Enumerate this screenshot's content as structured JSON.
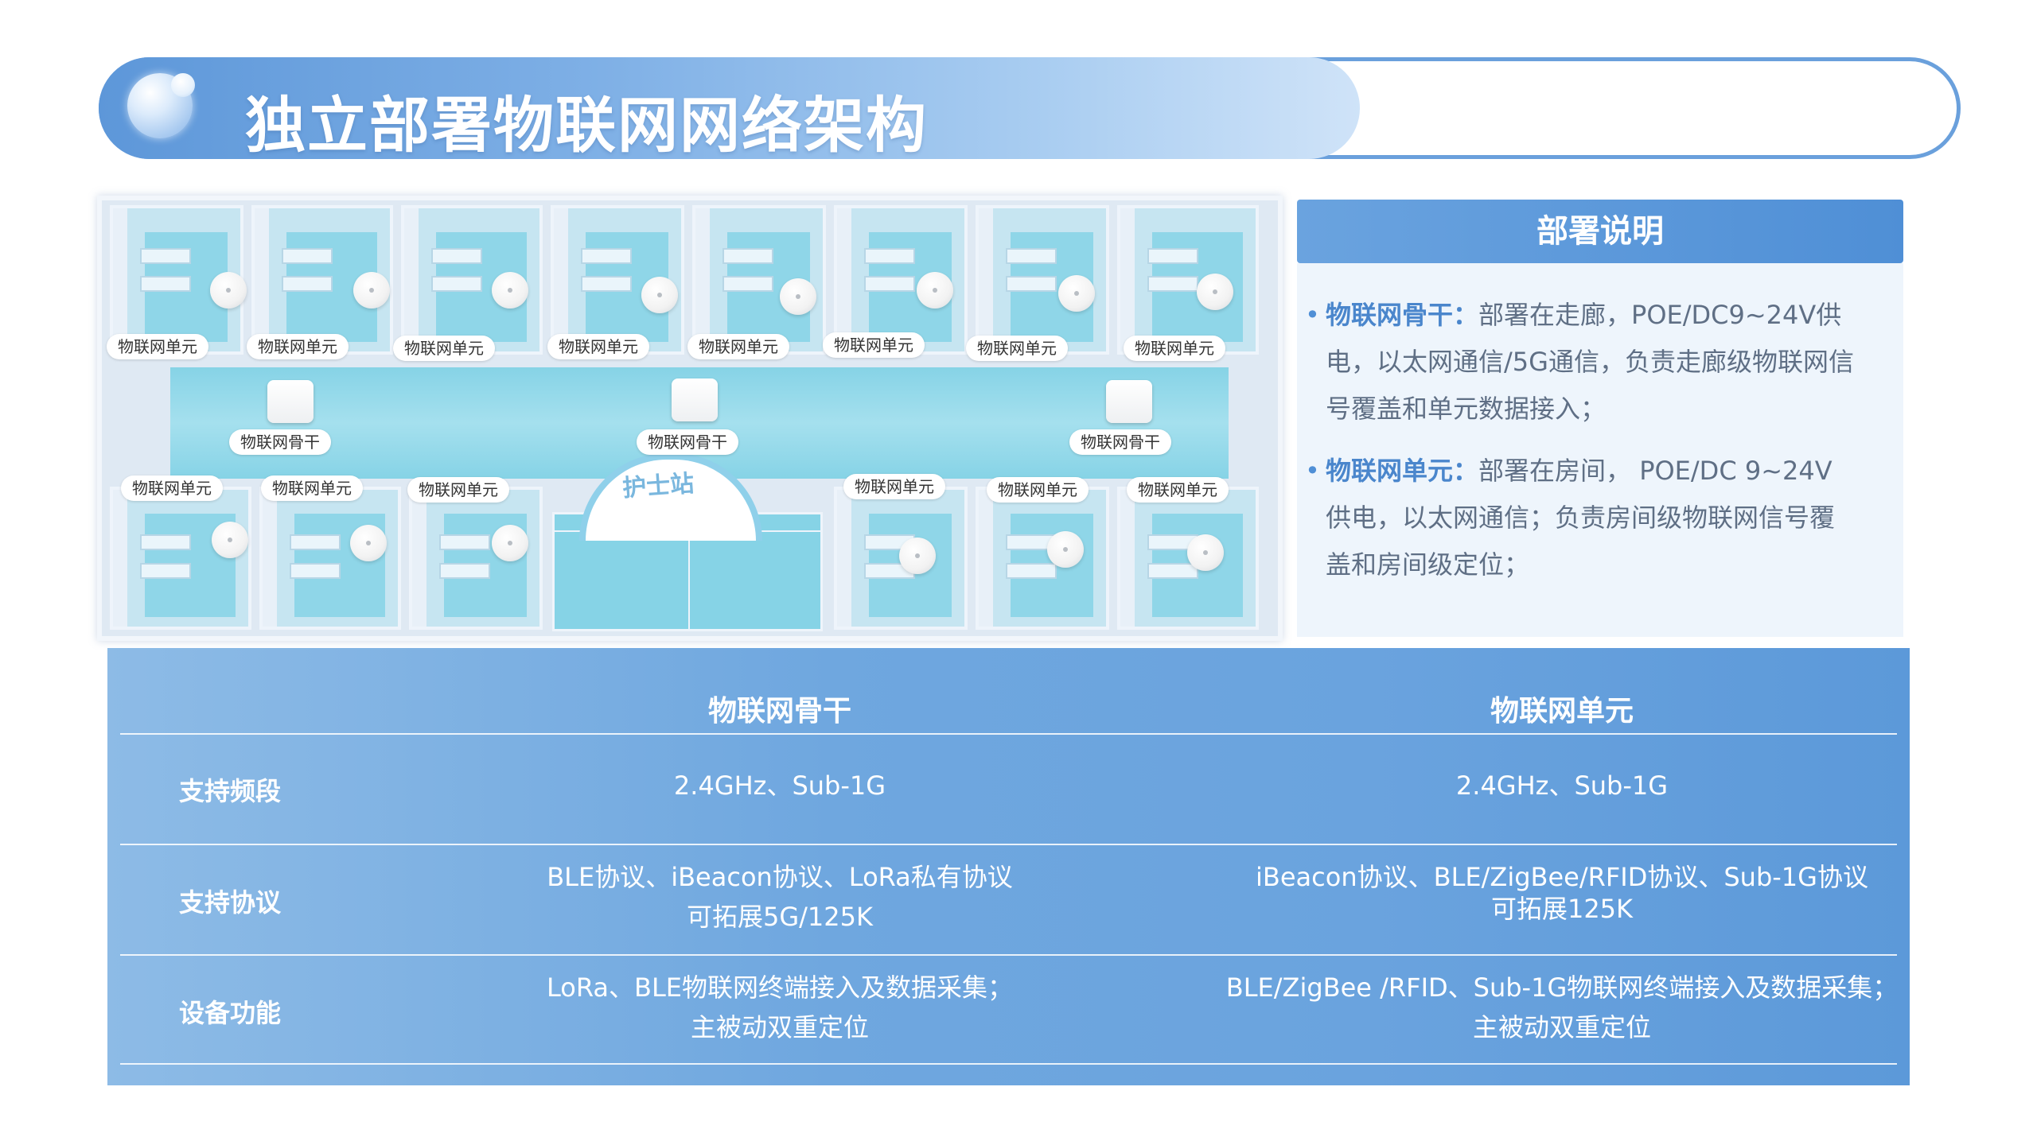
{
  "title": "独立部署物联网网络架构",
  "floor_plan": {
    "unit_label": "物联网单元",
    "backbone_label": "物联网骨干",
    "nurse_station": "护士站"
  },
  "description": {
    "header": "部署说明",
    "items": [
      {
        "keyword": "物联网骨干：",
        "line1": "部署在走廊，POE/DC9~24V供",
        "line2": "电，以太网通信/5G通信，负责走廊级物联网信",
        "line3": "号覆盖和单元数据接入；"
      },
      {
        "keyword": "物联网单元：",
        "line1": "部署在房间， POE/DC 9~24V",
        "line2": "供电，以太网通信；负责房间级物联网信号覆",
        "line3": "盖和房间级定位；"
      }
    ]
  },
  "table": {
    "columns": [
      "物联网骨干",
      "物联网单元"
    ],
    "rows": [
      {
        "label": "支持频段",
        "backbone": [
          "2.4GHz、Sub-1G"
        ],
        "unit": [
          "2.4GHz、Sub-1G"
        ]
      },
      {
        "label": "支持协议",
        "backbone": [
          "BLE协议、iBeacon协议、LoRa私有协议",
          "可拓展5G/125K"
        ],
        "unit": [
          "iBeacon协议、BLE/ZigBee/RFID协议、Sub-1G协议",
          "可拓展125K"
        ]
      },
      {
        "label": "设备功能",
        "backbone": [
          "LoRa、BLE物联网终端接入及数据采集；",
          "主被动双重定位"
        ],
        "unit": [
          "BLE/ZigBee /RFID、Sub-1G物联网终端接入及数据采集；",
          "主被动双重定位"
        ]
      }
    ]
  }
}
